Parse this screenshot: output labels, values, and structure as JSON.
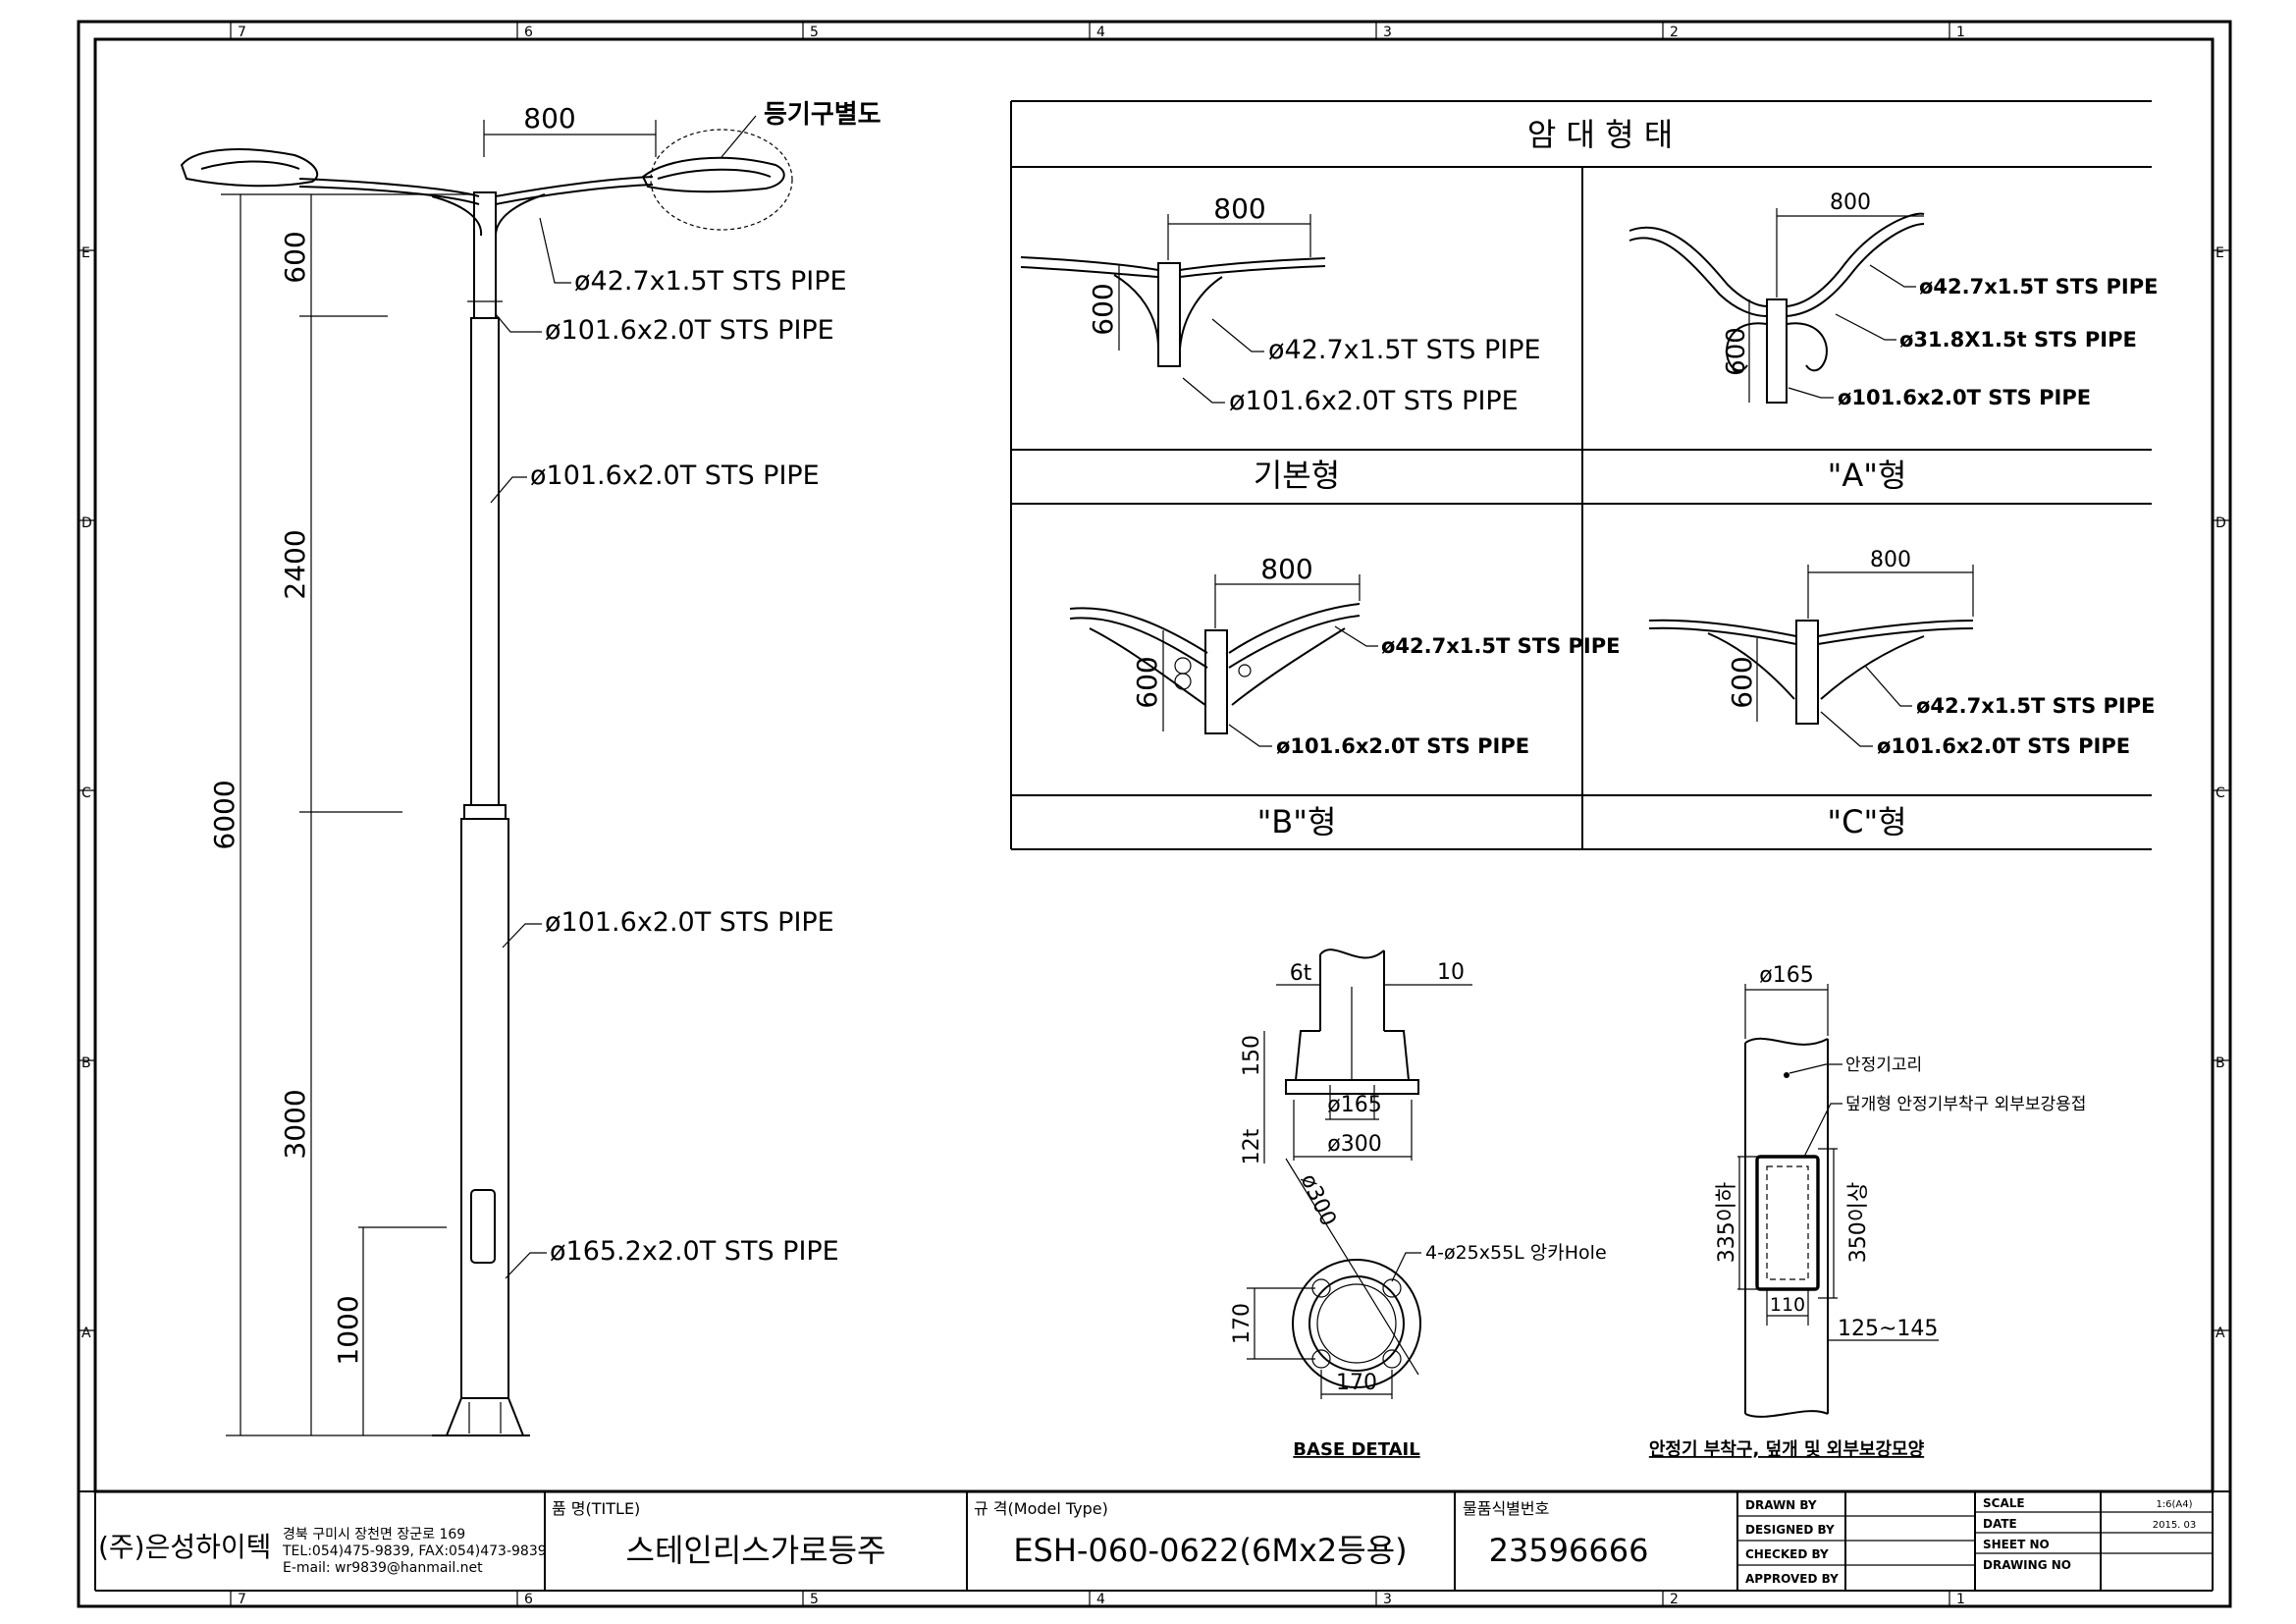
{
  "border": {
    "column_marks": [
      "7",
      "6",
      "5",
      "4",
      "3",
      "2",
      "1"
    ],
    "row_marks": [
      "E",
      "D",
      "C",
      "B",
      "A"
    ]
  },
  "main_pole": {
    "luminaire_label": "등기구별도",
    "arm_spacing": "800",
    "dims": {
      "upper": "600",
      "middle": "2400",
      "total": "6000",
      "lower": "3000",
      "door": "1000"
    },
    "callouts": [
      "ø42.7x1.5T STS PIPE",
      "ø101.6x2.0T STS PIPE",
      "ø101.6x2.0T STS PIPE",
      "ø101.6x2.0T STS PIPE",
      "ø165.2x2.0T STS PIPE"
    ]
  },
  "arm_table": {
    "title": "암 대 형 태",
    "types": [
      {
        "name": "기본형",
        "spacing": "800",
        "height": "600",
        "labels": [
          "ø42.7x1.5T STS PIPE",
          "ø101.6x2.0T STS PIPE"
        ]
      },
      {
        "name": "\"A\"형",
        "spacing": "800",
        "height": "600",
        "labels": [
          "ø42.7x1.5T STS PIPE",
          "ø31.8X1.5t STS PIPE",
          "ø101.6x2.0T STS PIPE"
        ]
      },
      {
        "name": "\"B\"형",
        "spacing": "800",
        "height": "600",
        "labels": [
          "ø42.7x1.5T STS PIPE",
          "ø101.6x2.0T STS PIPE"
        ]
      },
      {
        "name": "\"C\"형",
        "spacing": "800",
        "height": "600",
        "labels": [
          "ø42.7x1.5T STS PIPE",
          "ø101.6x2.0T STS PIPE"
        ]
      }
    ]
  },
  "base_detail": {
    "title": "BASE DETAIL",
    "dims": [
      "6t",
      "10",
      "150",
      "12t",
      "ø165",
      "ø300",
      "ø300",
      "4-ø25x55L 앙카Hole",
      "170",
      "170"
    ]
  },
  "stabilizer_detail": {
    "title": "안정기 부착구, 덮개 및 외부보강모양",
    "dims": [
      "ø165",
      "안정기고리",
      "덮개형 안정기부착구 외부보강용접",
      "335이하",
      "350이상",
      "110",
      "125~145"
    ]
  },
  "title_block": {
    "company_name": "(주)은성하이텍",
    "company_info": [
      "경북 구미시 장천면 장군로 169",
      "TEL:054)475-9839, FAX:054)473-9839",
      "E-mail: wr9839@hanmail.net"
    ],
    "title_label": "품 명(TITLE)",
    "title_value": "스테인리스가로등주",
    "model_label": "규 격(Model Type)",
    "model_value": "ESH-060-0622(6Mx2등용)",
    "id_label": "물품식별번호",
    "id_value": "23596666",
    "roles": [
      "DRAWN BY",
      "DESIGNED BY",
      "CHECKED BY",
      "APPROVED BY"
    ],
    "meta_labels": [
      "SCALE",
      "DATE",
      "SHEET NO",
      "DRAWING NO"
    ],
    "meta_values": [
      "1:6(A4)",
      "2015. 03",
      "",
      ""
    ]
  }
}
